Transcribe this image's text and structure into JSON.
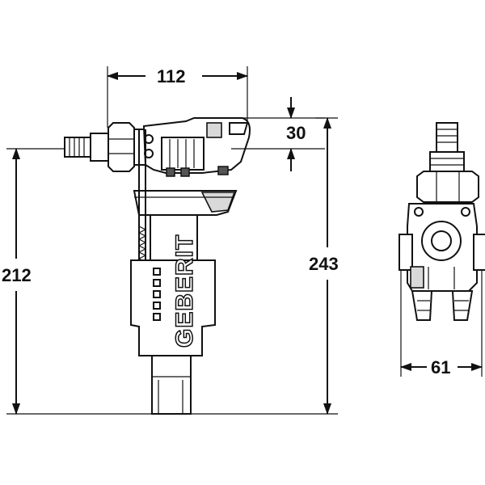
{
  "dimensions": {
    "width_top": "112",
    "height_inlet": "212",
    "height_total": "243",
    "float_offset": "30",
    "side_width": "61"
  },
  "brand": {
    "logo_text": "GEBERIT"
  },
  "colors": {
    "line": "#111111",
    "shade": "#d9d9d9",
    "background": "#ffffff"
  }
}
